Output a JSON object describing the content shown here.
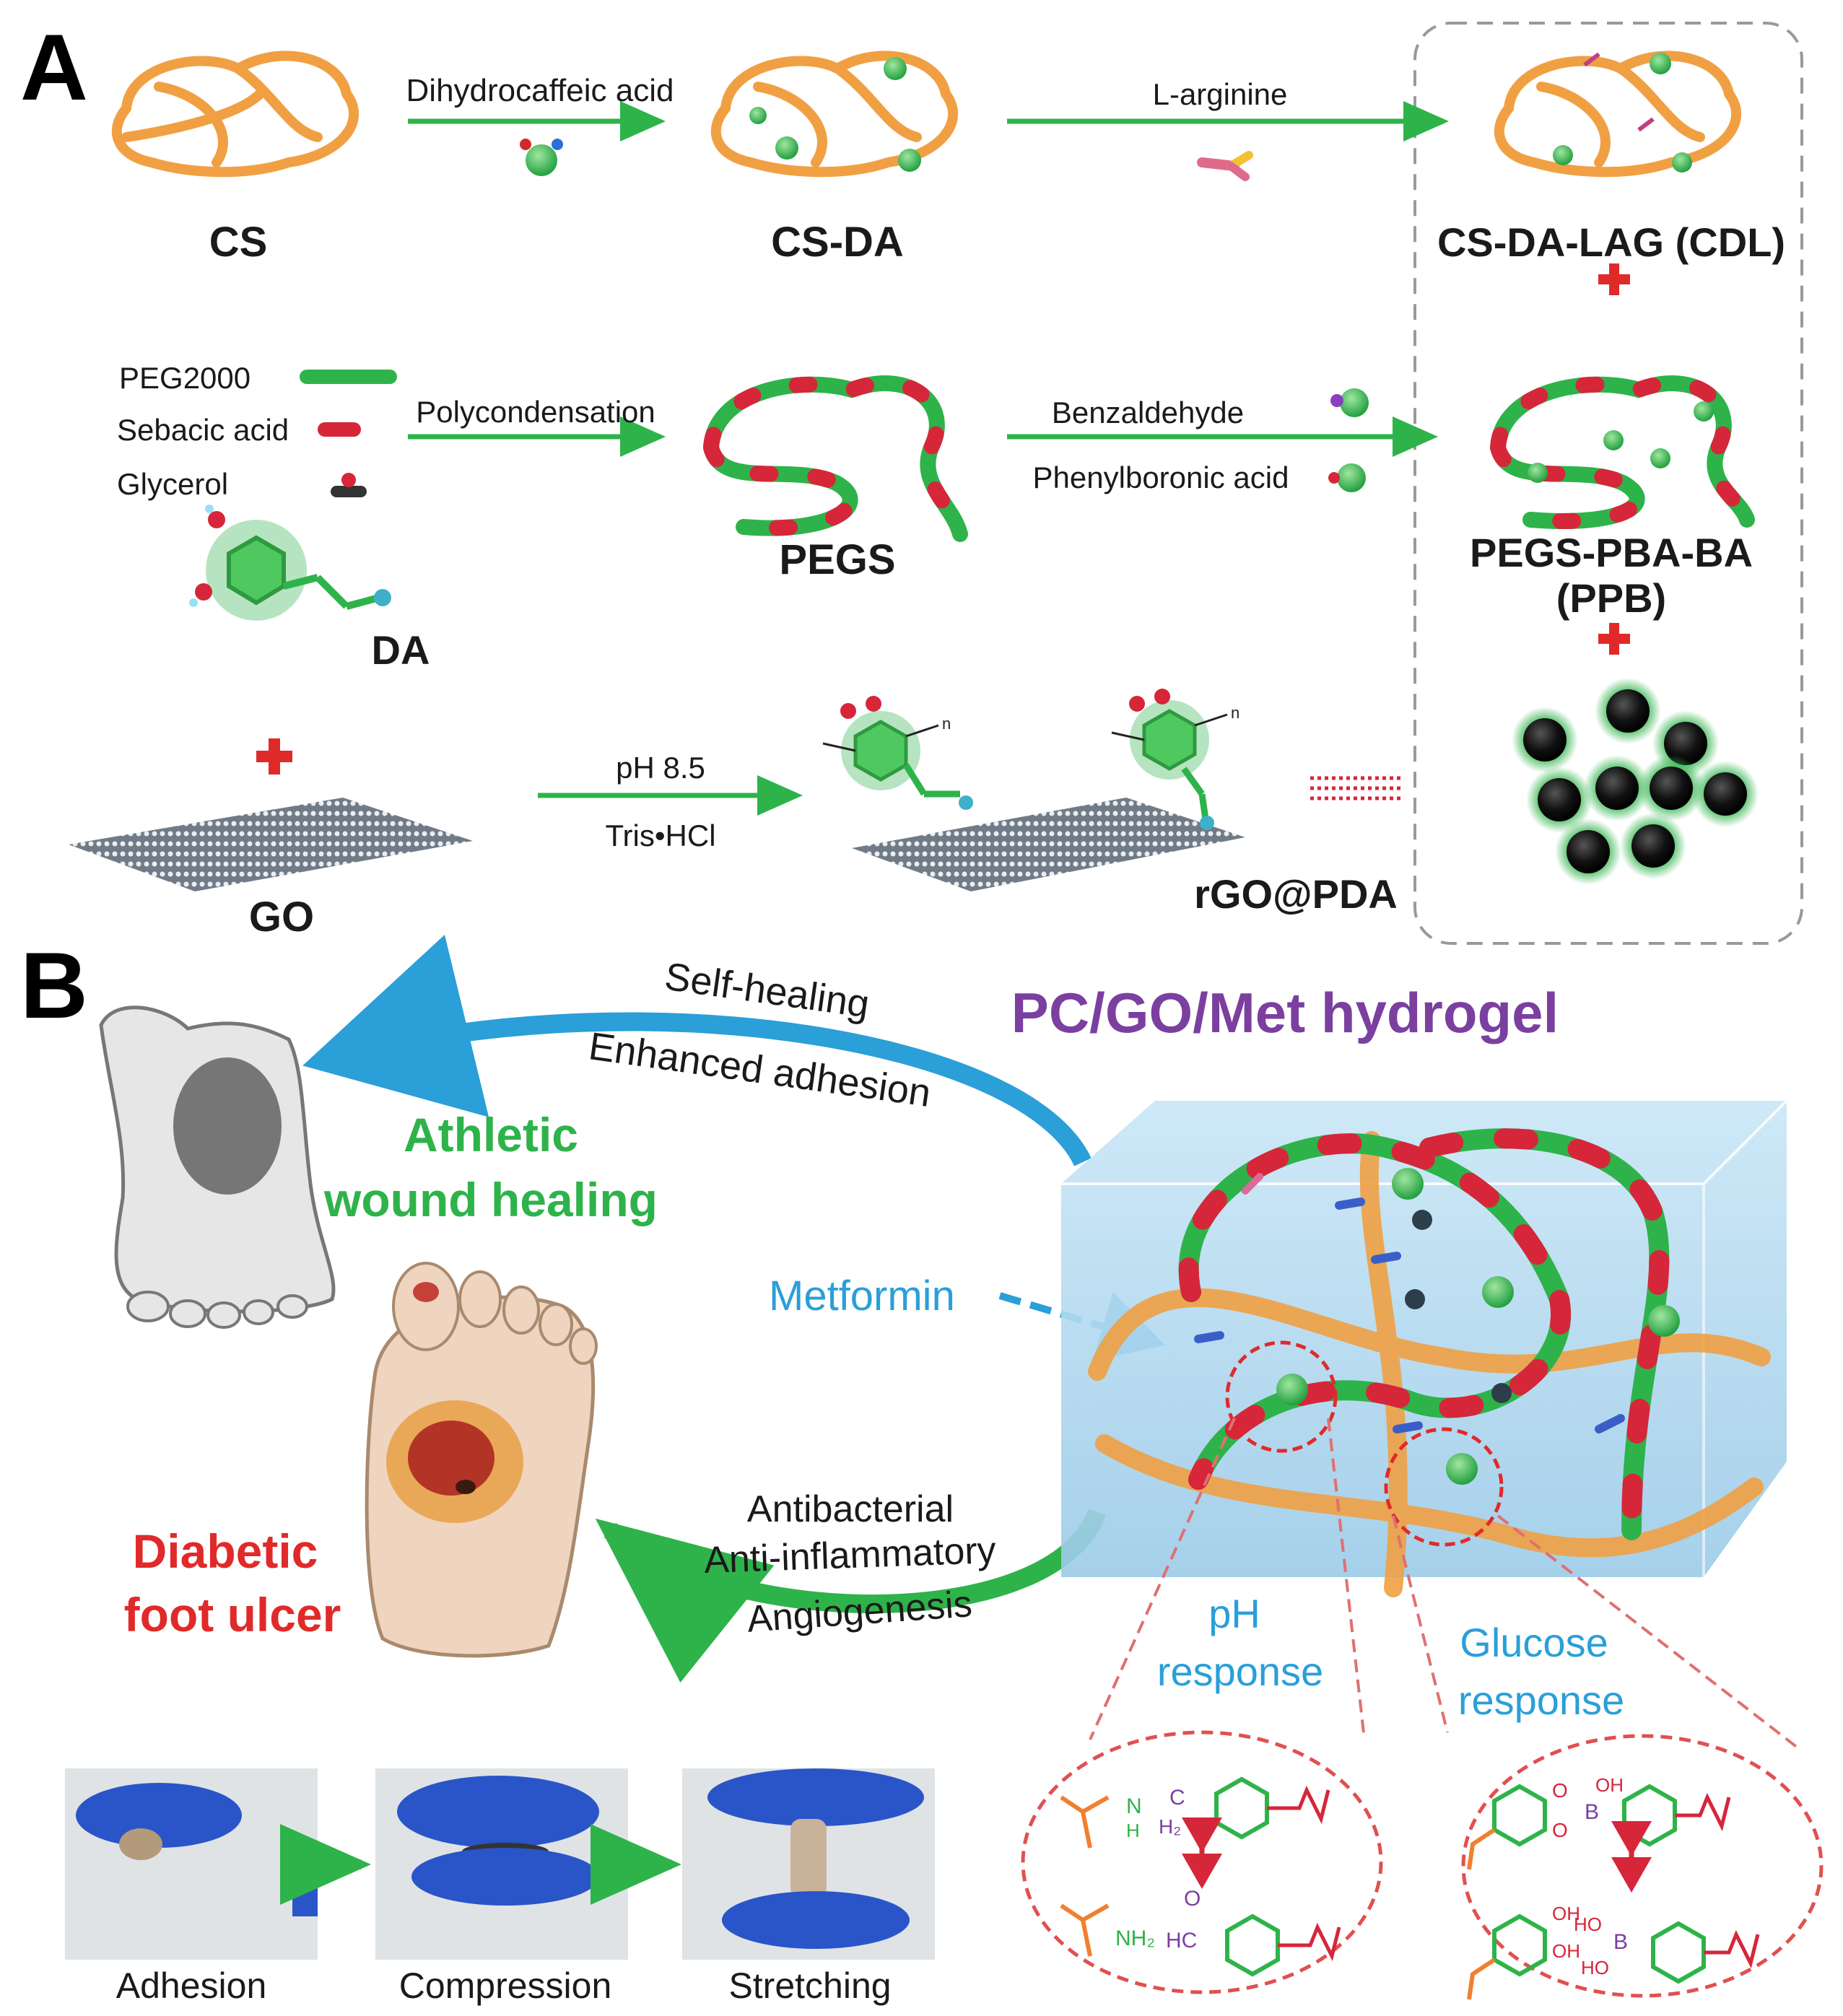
{
  "panel_a": {
    "letter": "A",
    "row1": {
      "cs": "CS",
      "step1": "Dihydrocaffeic acid",
      "csda": "CS-DA",
      "step2": "L-arginine",
      "cdl": "CS-DA-LAG (CDL)"
    },
    "row2": {
      "legend": [
        "PEG2000",
        "Sebacic acid",
        "Glycerol"
      ],
      "step1": "Polycondensation",
      "pegs": "PEGS",
      "step2a": "Benzaldehyde",
      "step2b": "Phenylboronic acid",
      "ppb_line1": "PEGS-PBA-BA",
      "ppb_line2": "(PPB)"
    },
    "row3": {
      "da": "DA",
      "go": "GO",
      "cond1": "pH 8.5",
      "cond2": "Tris•HCl",
      "rgo": "rGO@PDA",
      "n1": "n",
      "n2": "n"
    }
  },
  "panel_b": {
    "letter": "B",
    "title": "PC/GO/Met hydrogel",
    "top_arrow": [
      "Self-healing",
      "Enhanced adhesion"
    ],
    "athletic": [
      "Athletic",
      "wound healing"
    ],
    "metformin": "Metformin",
    "bottom_arrow": [
      "Antibacterial",
      "Anti-inflammatory",
      "Angiogenesis"
    ],
    "diabetic": [
      "Diabetic",
      "foot ulcer"
    ],
    "ph_response": [
      "pH",
      "response"
    ],
    "glucose_response": [
      "Glucose",
      "response"
    ],
    "photos": [
      "Adhesion",
      "Compression",
      "Stretching"
    ],
    "chem_ph": {
      "nh": "N",
      "h": "H",
      "ch2": "C",
      "h2": "H₂",
      "nh2": "NH₂",
      "hc": "HC",
      "o": "O"
    },
    "chem_glu": {
      "o1": "O",
      "o2": "O",
      "b1": "B",
      "oh1": "OH",
      "oh2": "OH",
      "oh3": "OH",
      "ho1": "HO",
      "ho2": "HO",
      "b2": "B"
    }
  },
  "colors": {
    "orange": "#f0a043",
    "green": "#2eb34a",
    "red": "#d6263a",
    "blue": "#2a9fd8",
    "purple": "#7b3fa0",
    "dark_red": "#e02a2a",
    "text": "#1a1a1a"
  }
}
